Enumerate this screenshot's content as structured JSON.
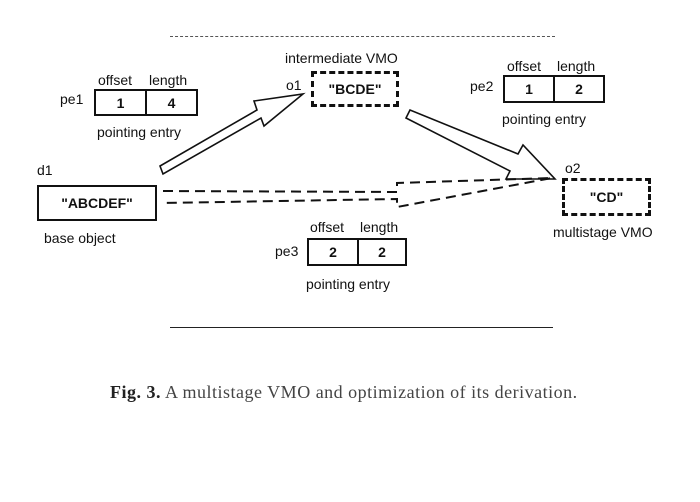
{
  "figure": {
    "top_rule": "",
    "intermediate": {
      "title": "intermediate VMO",
      "id": "o1",
      "value": "\"BCDE\""
    },
    "base": {
      "id": "d1",
      "value": "\"ABCDEF\"",
      "caption": "base object"
    },
    "multistage": {
      "id": "o2",
      "value": "\"CD\"",
      "caption": "multistage VMO"
    },
    "pe1": {
      "id": "pe1",
      "offset_header": "offset",
      "length_header": "length",
      "offset": "1",
      "length": "4",
      "caption": "pointing entry"
    },
    "pe2": {
      "id": "pe2",
      "offset_header": "offset",
      "length_header": "length",
      "offset": "1",
      "length": "2",
      "caption": "pointing entry"
    },
    "pe3": {
      "id": "pe3",
      "offset_header": "offset",
      "length_header": "length",
      "offset": "2",
      "length": "2",
      "caption": "pointing entry"
    }
  },
  "caption": {
    "label": "Fig. 3.",
    "text": "A multistage VMO and optimization of its derivation."
  }
}
